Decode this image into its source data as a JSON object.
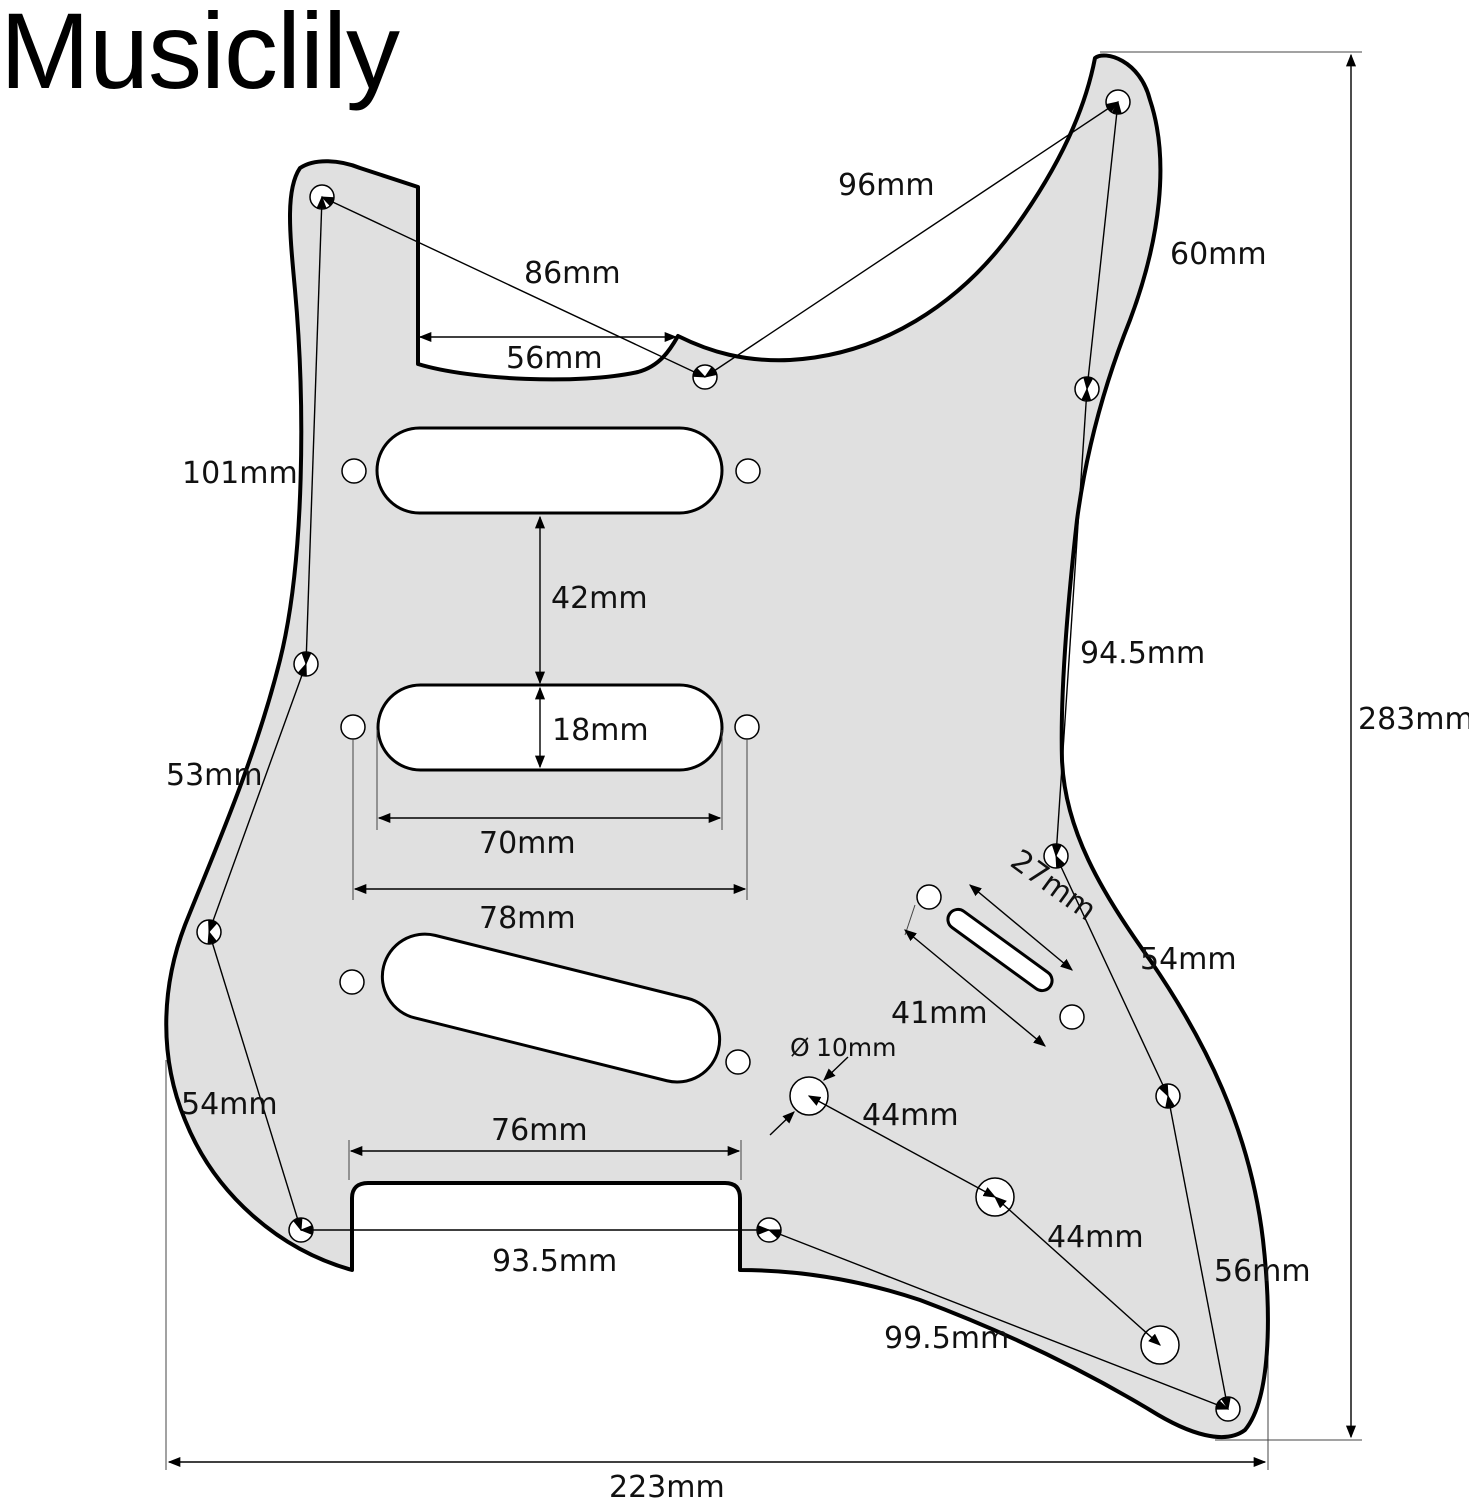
{
  "brand": "Musiclily",
  "colors": {
    "pickguard": "#e0e0e0",
    "outline": "#000000",
    "background": "#ffffff"
  },
  "dimensions": {
    "d_96": "96mm",
    "d_86": "86mm",
    "d_60": "60mm",
    "d_56_top": "56mm",
    "d_101": "101mm",
    "d_42": "42mm",
    "d_94_5": "94.5mm",
    "d_283": "283mm",
    "d_18": "18mm",
    "d_53": "53mm",
    "d_70": "70mm",
    "d_27": "27mm",
    "d_78": "78mm",
    "d_54_right": "54mm",
    "d_41": "41mm",
    "d_10": "10mm",
    "diameter_symbol": "Ø",
    "d_44_a": "44mm",
    "d_54_left": "54mm",
    "d_76": "76mm",
    "d_44_b": "44mm",
    "d_93_5": "93.5mm",
    "d_56_right": "56mm",
    "d_99_5": "99.5mm",
    "d_223": "223mm"
  }
}
